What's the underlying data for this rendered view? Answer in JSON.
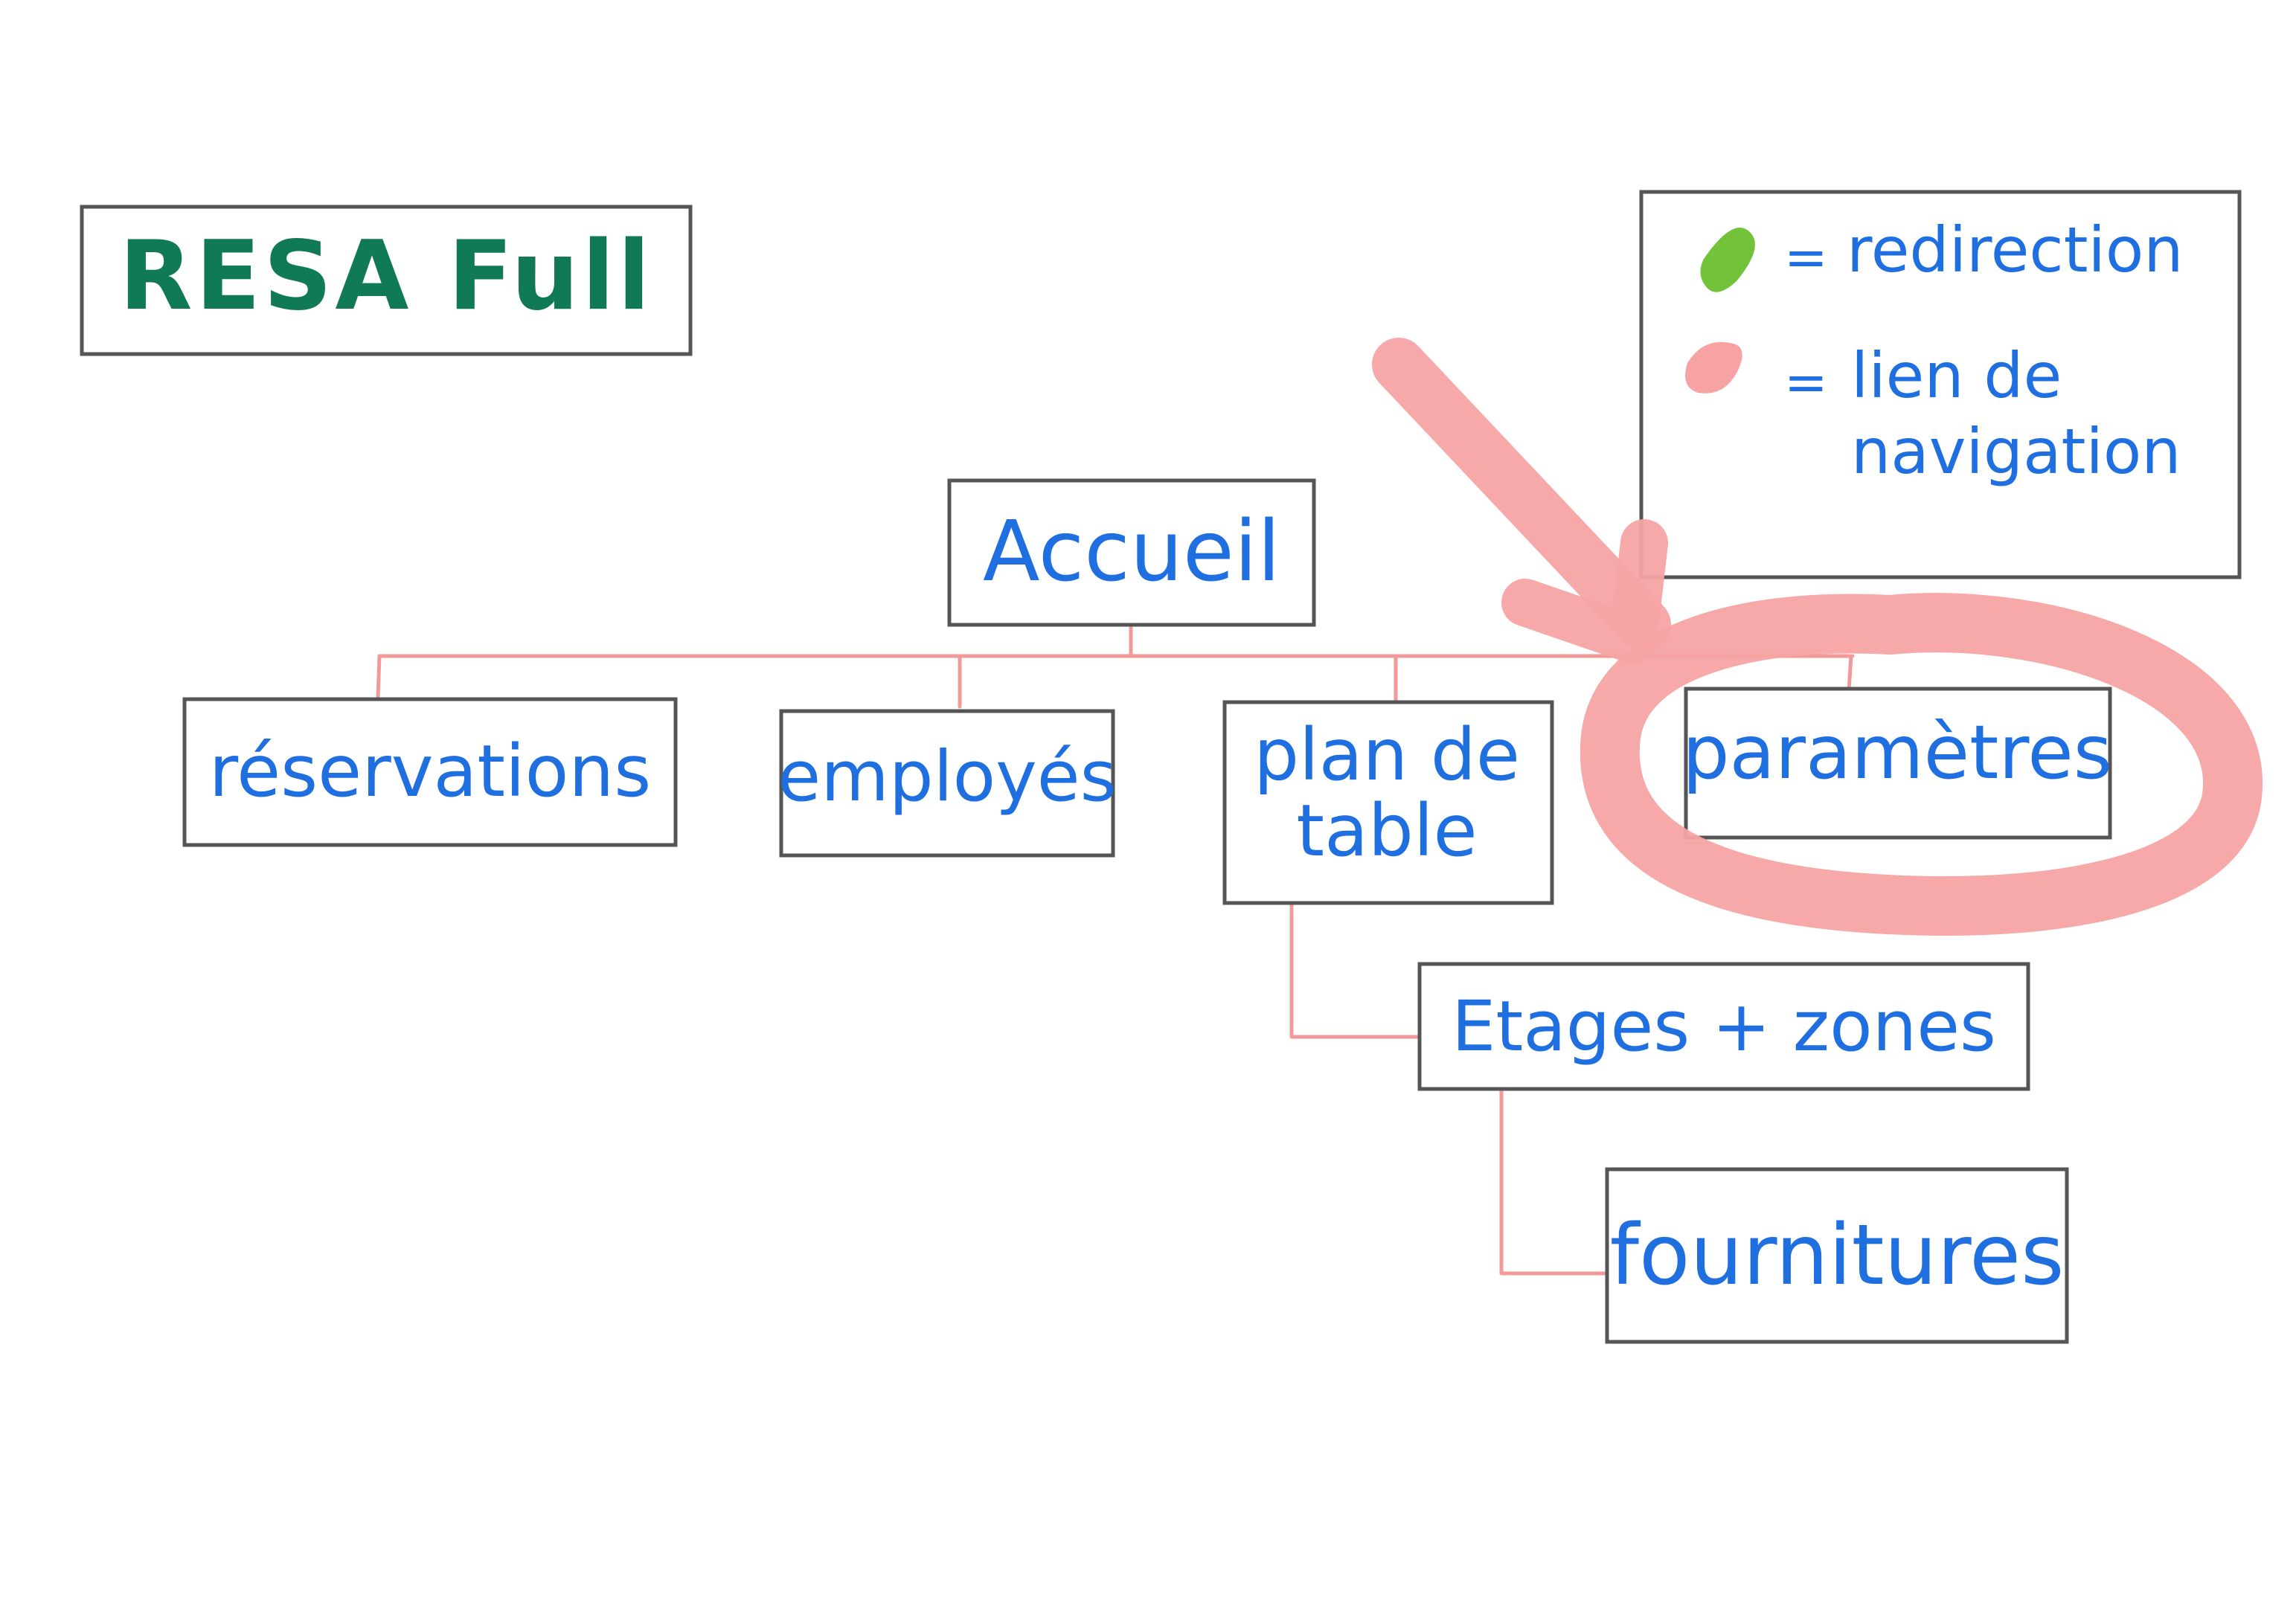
{
  "colors": {
    "title_text": "#0f7a55",
    "node_text": "#1f6fe0",
    "box_border": "#555555",
    "navigation_link": "#f29a9a",
    "redirection_swatch": "#72c23a",
    "highlight": "#f7a3a3"
  },
  "title": "RESA Full",
  "legend": {
    "items": [
      {
        "symbol": "=",
        "label": "redirection",
        "color": "#72c23a"
      },
      {
        "symbol": "=",
        "label": "lien de",
        "label_line2": "navigation",
        "color": "#f7a3a3"
      }
    ]
  },
  "nodes": {
    "accueil": "Accueil",
    "reservations": "réservations",
    "employes": "employés",
    "plan_de_table": {
      "line1": "plan de",
      "line2": "table"
    },
    "parametres": "paramètres",
    "etages_zones": "Etages + zones",
    "fournitures": "fournitures"
  }
}
